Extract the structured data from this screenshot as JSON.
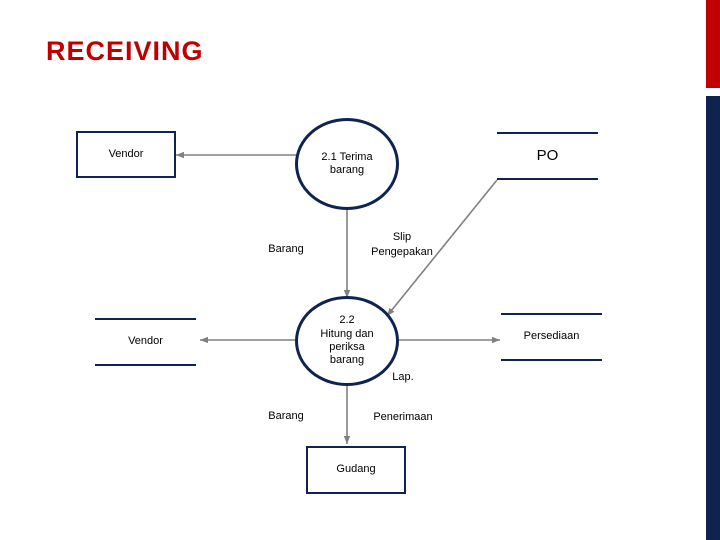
{
  "slide": {
    "title": "RECEIVING",
    "title_color": "#c00000",
    "accent_color": "#0f2350",
    "edge_color": "#c00000"
  },
  "diagram": {
    "type": "data-flow-diagram",
    "nodes": [
      {
        "id": "vendor-top",
        "shape": "rect",
        "label": "Vendor"
      },
      {
        "id": "process-2-1",
        "shape": "circle",
        "label": "2.1 Terima barang"
      },
      {
        "id": "po-store",
        "shape": "openbox",
        "label": "PO"
      },
      {
        "id": "process-2-2",
        "shape": "circle",
        "label": "2.2 Hitung dan periksa barang"
      },
      {
        "id": "vendor-store",
        "shape": "openbox",
        "label": "Vendor"
      },
      {
        "id": "persediaan",
        "shape": "openbox",
        "label": "Persediaan"
      },
      {
        "id": "gudang",
        "shape": "rect",
        "label": "Gudang"
      }
    ],
    "flows": [
      {
        "id": "flow-barang-1",
        "label": "Barang",
        "from": "vendor-top",
        "to": "process-2-1"
      },
      {
        "id": "flow-slip",
        "label": "Slip Pengepakan",
        "from": "process-2-1",
        "to": "process-2-2"
      },
      {
        "id": "flow-po",
        "label": "",
        "from": "po-store",
        "to": "process-2-2"
      },
      {
        "id": "flow-barang-2",
        "label": "Barang",
        "from": "process-2-2",
        "to": "vendor-store"
      },
      {
        "id": "flow-persediaan",
        "label": "",
        "from": "process-2-2",
        "to": "persediaan"
      },
      {
        "id": "flow-lap-penerimaan",
        "label": "Lap. Penerimaan",
        "from": "process-2-2",
        "to": "gudang"
      }
    ],
    "node_labels": {
      "vendor_top": "Vendor",
      "process_2_1_line1": "2.1 Terima",
      "process_2_1_line2": "barang",
      "po": "PO",
      "process_2_2_line1": "2.2",
      "process_2_2_line2": "Hitung dan",
      "process_2_2_line3": "periksa",
      "process_2_2_line4": "barang",
      "vendor_store": "Vendor",
      "persediaan": "Persediaan",
      "gudang": "Gudang"
    },
    "flow_labels": {
      "barang_1": "Barang",
      "slip_line1": "Slip",
      "slip_line2": "Pengepakan",
      "barang_2": "Barang",
      "lap_line1": "Lap.",
      "lap_line2": "Penerimaan"
    }
  }
}
